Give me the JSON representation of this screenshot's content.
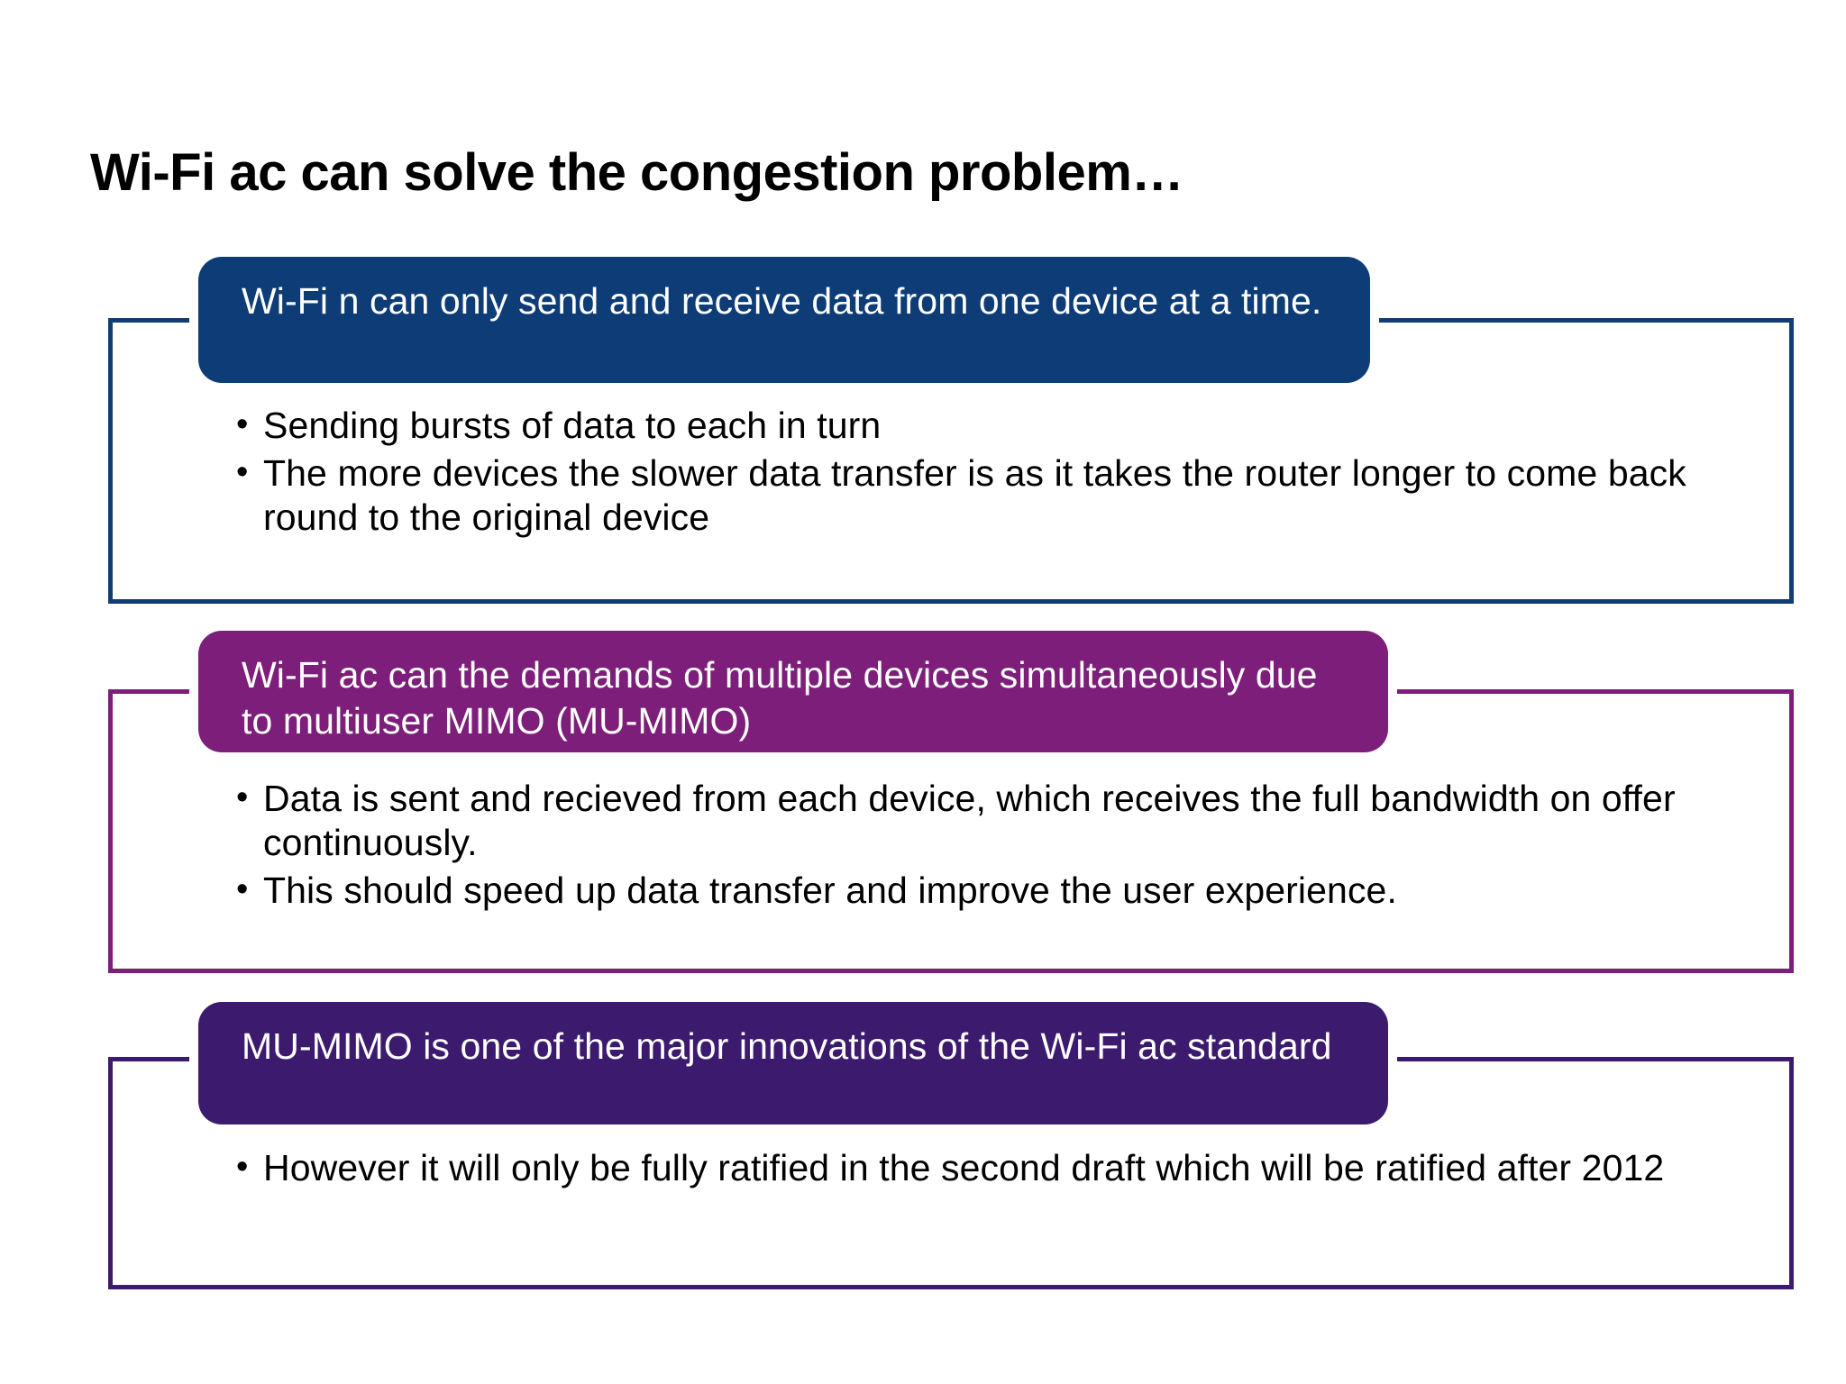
{
  "slide": {
    "title": "Wi-Fi ac can solve the congestion problem…",
    "background_color": "#FFFFFF",
    "text_color": "#000000"
  },
  "groups": [
    {
      "id": "group-1",
      "accent_color": "#0E3C77",
      "header": "Wi-Fi n can only send and receive data from one device at a time.",
      "bullet_marker": "•",
      "bullets": [
        "Sending bursts of data to each in turn",
        "The more devices the slower data transfer is as it takes the router longer to come back round to the original device"
      ]
    },
    {
      "id": "group-2",
      "accent_color": "#7C1E7A",
      "header": "Wi-Fi ac can the demands of multiple devices simultaneously due to multiuser MIMO (MU-MIMO)",
      "bullet_marker": "•",
      "bullets": [
        "Data is sent and recieved from each device, which receives the full bandwidth on offer continuously.",
        "This should speed up data transfer and improve the user experience."
      ]
    },
    {
      "id": "group-3",
      "accent_color": "#3C1B6F",
      "header": "MU-MIMO is one of the major innovations of the Wi-Fi ac standard",
      "bullet_marker": "•",
      "bullets": [
        "However it will only be fully ratified in the second draft which will be ratified after 2012"
      ]
    }
  ]
}
